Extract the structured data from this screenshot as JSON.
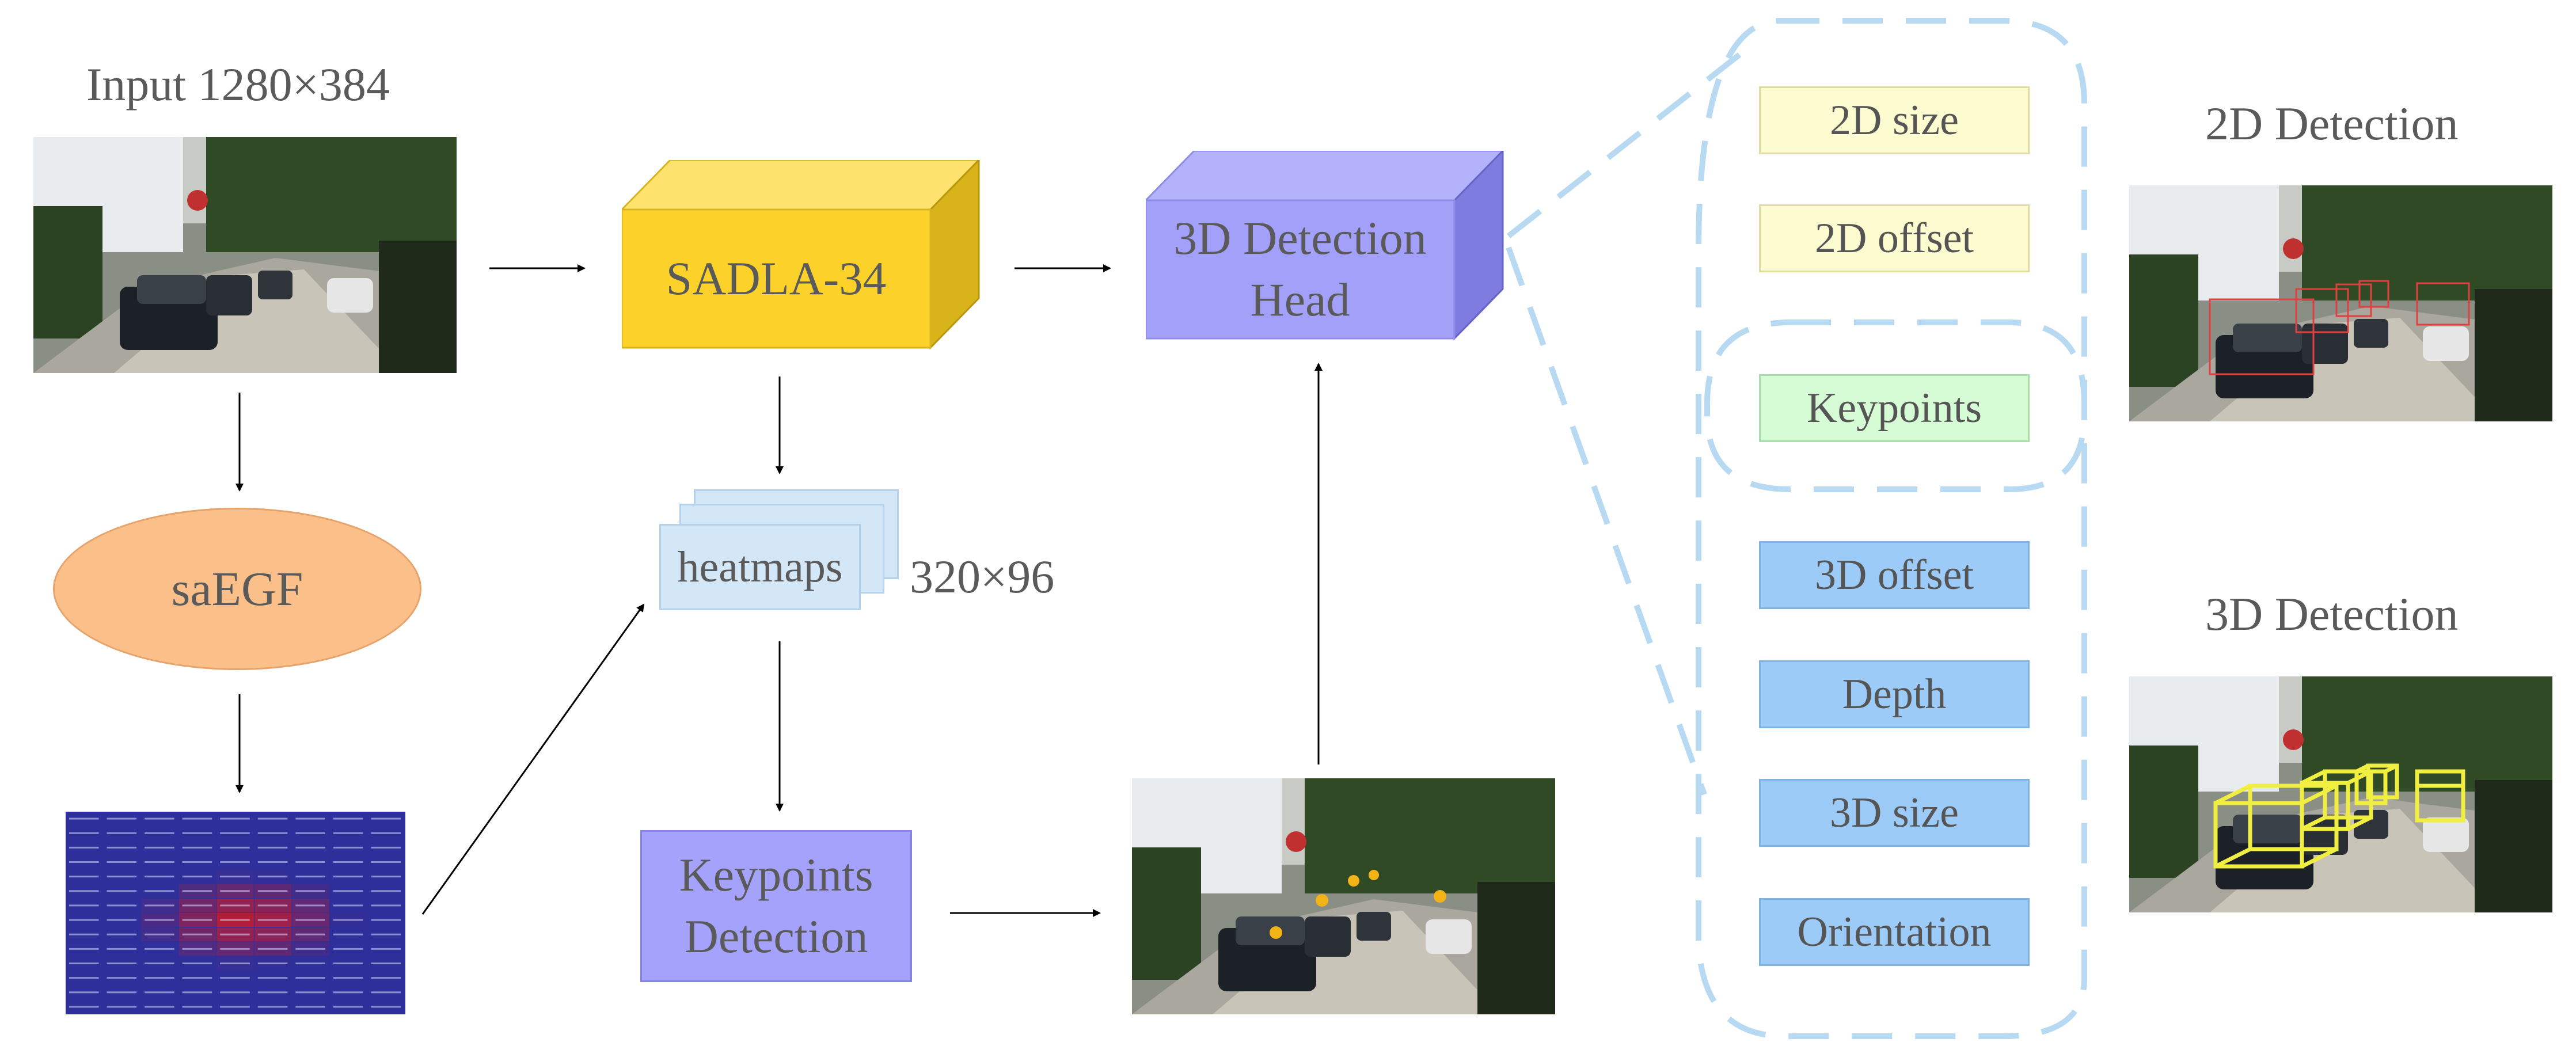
{
  "input": {
    "label": "Input 1280×384"
  },
  "ellipse": {
    "label": "saEGF"
  },
  "backbone": {
    "label": "SADLA-34"
  },
  "heatmaps": {
    "label": "heatmaps",
    "size": "320×96"
  },
  "keypoints_detection": {
    "line1": "Keypoints",
    "line2": "Detection"
  },
  "detection_head": {
    "line1": "3D Detection",
    "line2": "Head"
  },
  "head_outputs": [
    {
      "label": "2D size",
      "color": "#fdfbd0",
      "border": "#e0dca0"
    },
    {
      "label": "2D offset",
      "color": "#fdfbd0",
      "border": "#e0dca0"
    },
    {
      "label": "Keypoints",
      "color": "#d5fcd5",
      "border": "#a8dca8"
    },
    {
      "label": "3D offset",
      "color": "#9ccbf7",
      "border": "#7fb3e2"
    },
    {
      "label": "Depth",
      "color": "#9ccbf7",
      "border": "#7fb3e2"
    },
    {
      "label": "3D size",
      "color": "#9ccbf7",
      "border": "#7fb3e2"
    },
    {
      "label": "Orientation",
      "color": "#9ccbf7",
      "border": "#7fb3e2"
    }
  ],
  "results": {
    "det2d": "2D Detection",
    "det3d": "3D Detection"
  },
  "colors": {
    "backbone_front": "#fcd22a",
    "backbone_top": "#fde36e",
    "backbone_side": "#d9b31a",
    "head_front": "#a3a0fa",
    "head_top": "#b4b2fb",
    "head_side": "#7f7ce0",
    "ellipse": "#fbc08a",
    "heatmap": "#d4e7f6",
    "keypoints_box": "#a4a2fa",
    "dashed": "#b7d9f2",
    "box2d": "#e04040",
    "box3d": "#f0ee40",
    "keypoint_dot": "#f2b317"
  }
}
